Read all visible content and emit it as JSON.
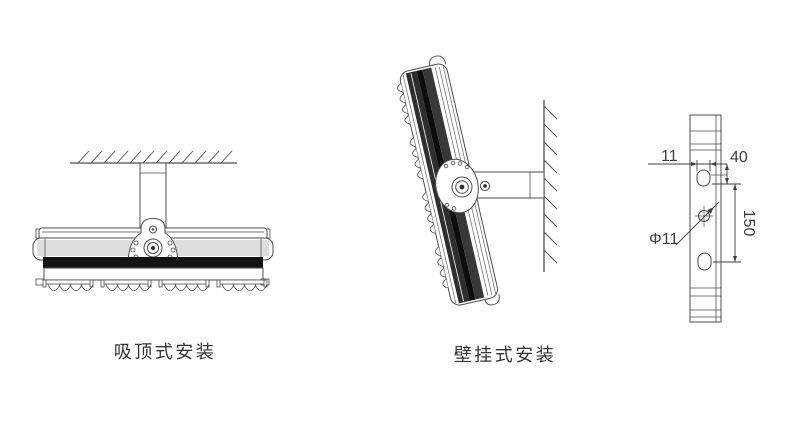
{
  "diagrams": {
    "ceiling_mount": {
      "caption": "吸顶式安装"
    },
    "wall_mount": {
      "caption": "壁挂式安装"
    },
    "bracket_profile": {
      "slot_width": "11",
      "top_offset": "40",
      "hole_spacing": "150",
      "hole_diameter": "Φ11"
    }
  },
  "colors": {
    "line": "#4d4d4d",
    "dim_line": "#3f3f3f",
    "dark_fill": "#141414",
    "background": "#ffffff"
  }
}
